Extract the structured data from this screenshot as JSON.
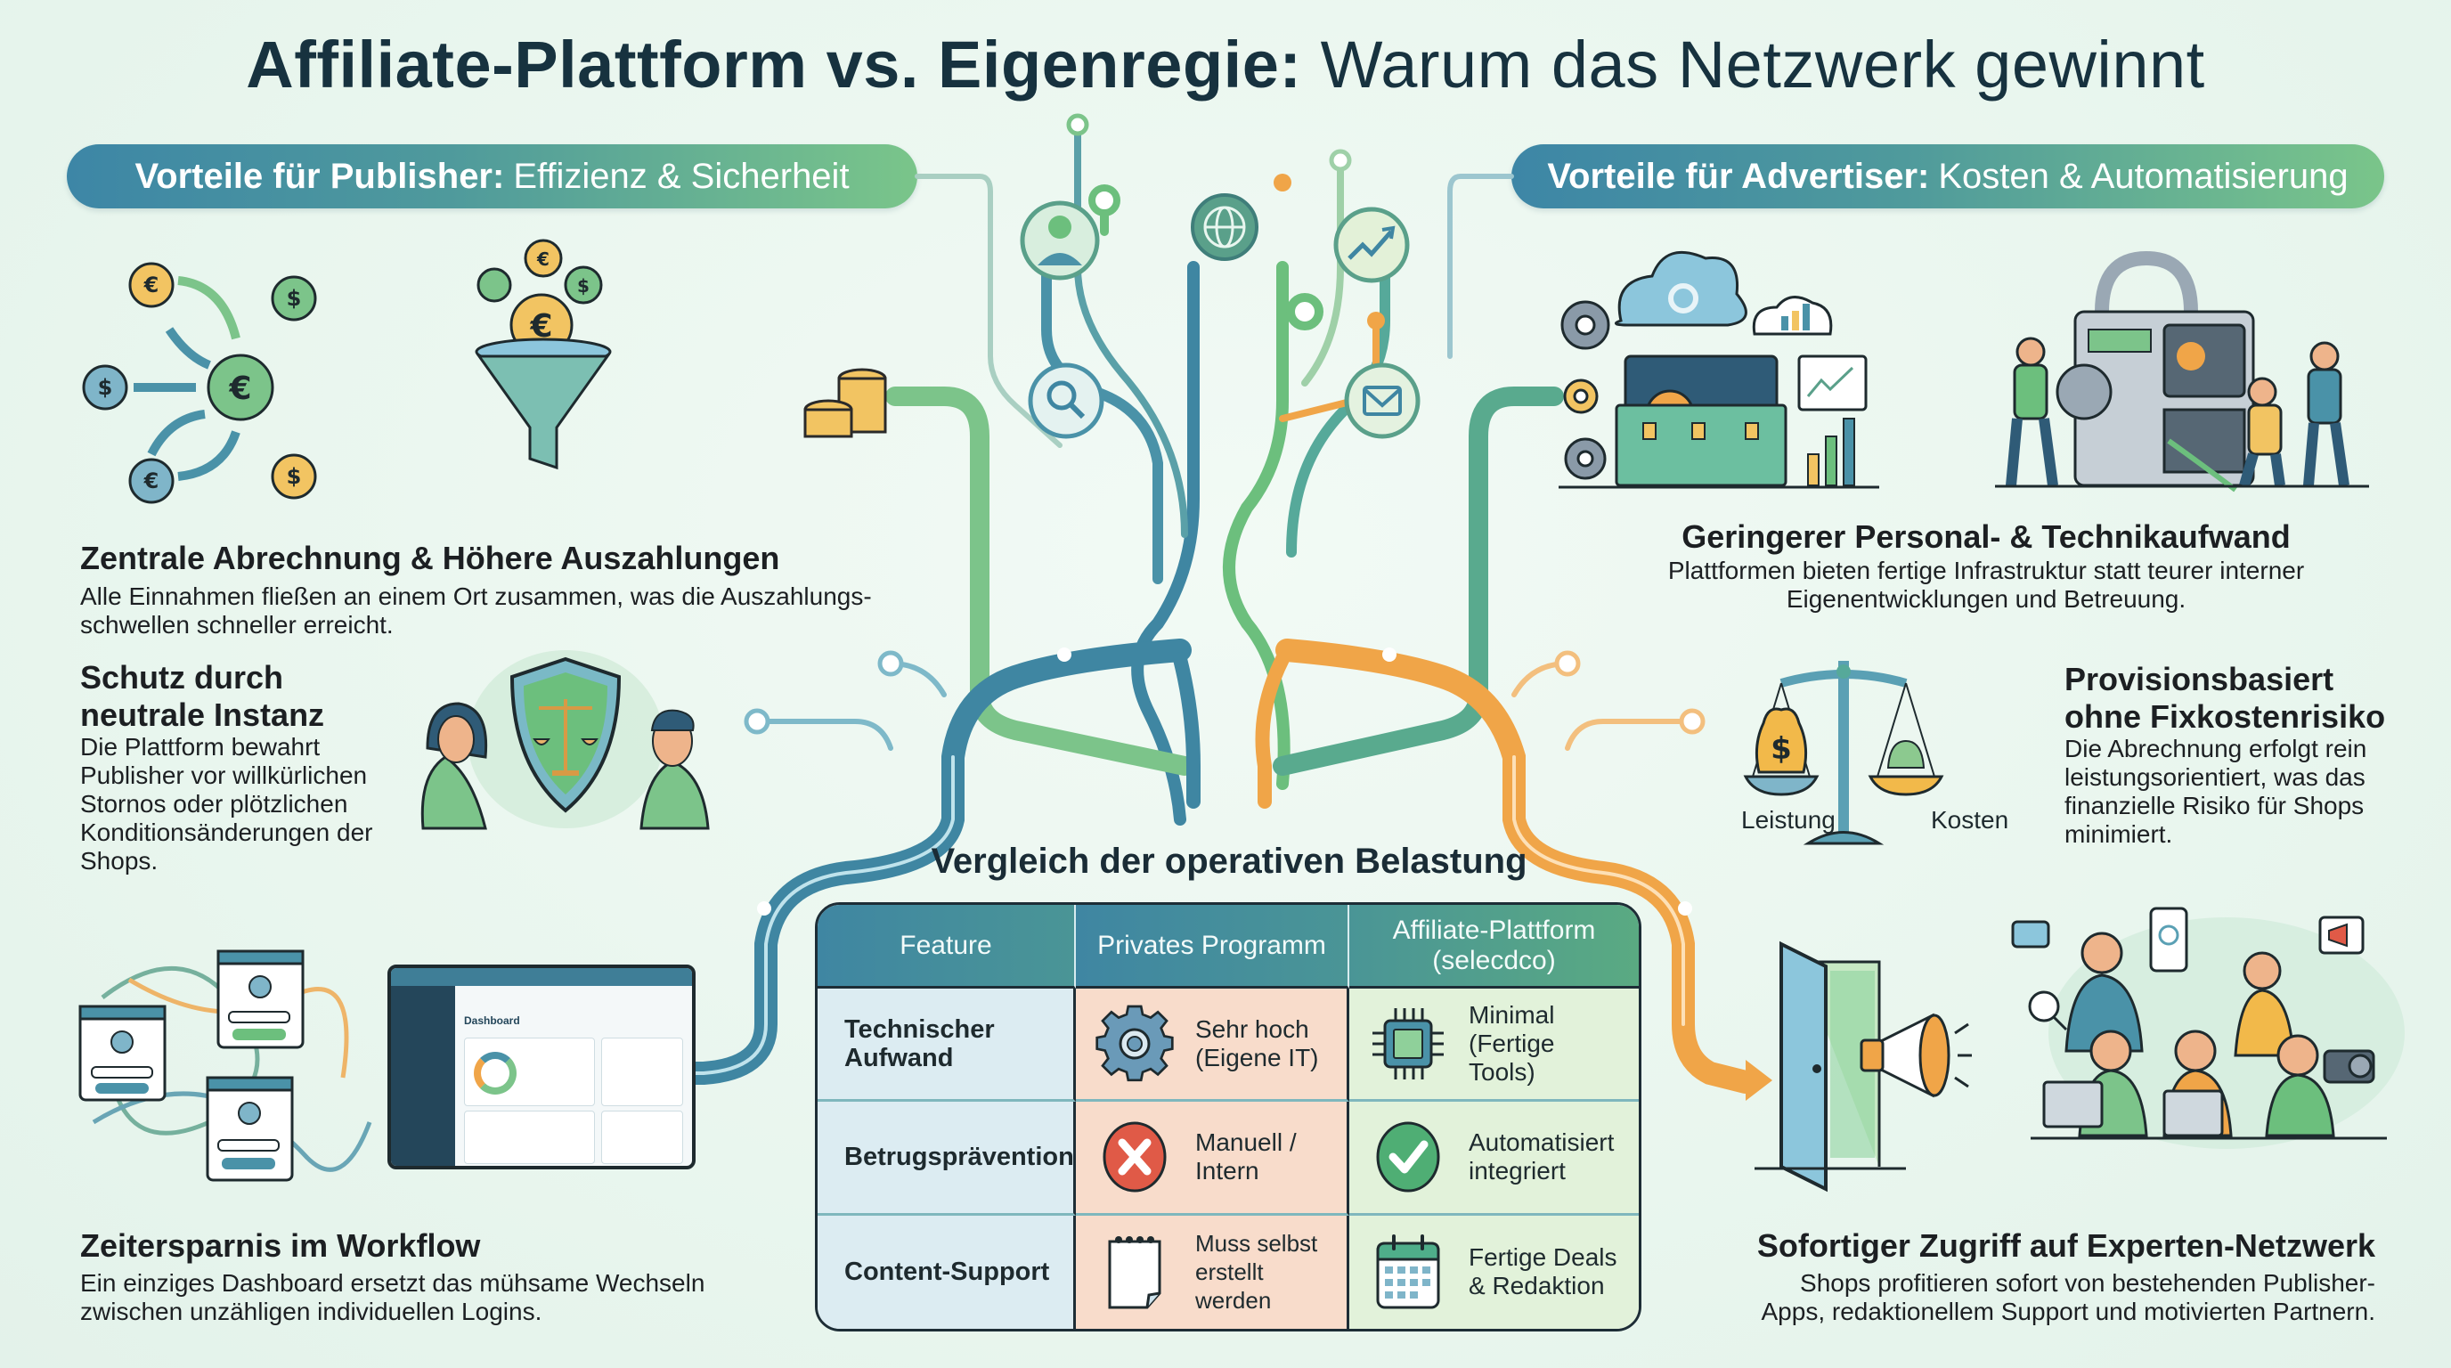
{
  "title": {
    "bold": "Affiliate-Plattform vs. Eigenregie:",
    "regular": "Warum das Netzwerk gewinnt"
  },
  "publisher_pill": {
    "bold": "Vorteile für Publisher:",
    "regular": "Effizienz & Sicherheit"
  },
  "advertiser_pill": {
    "bold": "Vorteile für Advertiser:",
    "regular": "Kosten & Automatisierung"
  },
  "publisher": [
    {
      "heading": "Zentrale Abrechnung & Höhere Auszahlungen",
      "body": "Alle Einnahmen fließen an einem Ort zusammen, was die Auszahlungs-schwellen schneller erreicht.",
      "icons": [
        "coins-flow-icon",
        "money-funnel-icon"
      ]
    },
    {
      "heading": "Schutz durch neutrale Instanz",
      "body": "Die Plattform bewahrt Publisher vor willkürlichen Stornos oder plötzlichen Konditionsänderungen der Shops.",
      "icons": [
        "shield-scale-icon"
      ]
    },
    {
      "heading": "Zeitersparnis im Workflow",
      "body": "Ein einziges Dashboard ersetzt das mühsame Wechseln zwischen unzähligen individuellen Logins.",
      "dashboard_label": "Dashboard",
      "icons": [
        "login-windows-icon",
        "dashboard-icon"
      ]
    }
  ],
  "advertiser": [
    {
      "heading": "Geringerer Personal- & Technikaufwand",
      "body": "Plattformen bieten fertige Infrastruktur statt teurer interner Eigenentwicklungen und Betreuung.",
      "icons": [
        "cloud-toolbox-icon",
        "machine-workers-icon"
      ]
    },
    {
      "heading": "Provisionsbasiert ohne Fixkostenrisiko",
      "body": "Die Abrechnung erfolgt rein leistungsorientiert, was das finanzielle Risiko für Shops minimiert.",
      "scale_labels": {
        "left": "Leistung",
        "right": "Kosten"
      },
      "icons": [
        "balance-scale-icon"
      ]
    },
    {
      "heading": "Sofortiger Zugriff auf Experten-Netzwerk",
      "body": "Shops profitieren sofort von bestehenden Publisher-Apps, redaktionellem Support und motivierten Partnern.",
      "icons": [
        "open-door-icon",
        "megaphone-icon",
        "people-network-icon"
      ]
    }
  ],
  "tree_icons": [
    "user-icon",
    "globe-icon",
    "trend-icon",
    "search-icon",
    "mail-icon",
    "coins-icon"
  ],
  "comparison": {
    "title": "Vergleich der operativen Belastung",
    "headers": [
      "Feature",
      "Privates Programm",
      "Affiliate-Plattform (selecdco)"
    ],
    "rows": [
      {
        "feature": "Technischer Aufwand",
        "private": {
          "text": "Sehr hoch (Eigene IT)",
          "icon": "gear-icon"
        },
        "platform": {
          "text": "Minimal (Fertige Tools)",
          "icon": "chip-icon"
        }
      },
      {
        "feature": "Betrugsprävention",
        "private": {
          "text": "Manuell / Intern",
          "icon": "x-circle-icon"
        },
        "platform": {
          "text": "Automatisiert integriert",
          "icon": "check-circle-icon"
        }
      },
      {
        "feature": "Content-Support",
        "private": {
          "text": "Muss selbst erstellt werden",
          "icon": "notepad-icon"
        },
        "platform": {
          "text": "Fertige Deals & Redaktion",
          "icon": "calendar-icon"
        }
      }
    ]
  },
  "colors": {
    "blue": "#3f86a2",
    "teal": "#4a9596",
    "green": "#6cbf7d",
    "orange": "#f0a548",
    "red": "#e05a47",
    "dark": "#17323f"
  }
}
